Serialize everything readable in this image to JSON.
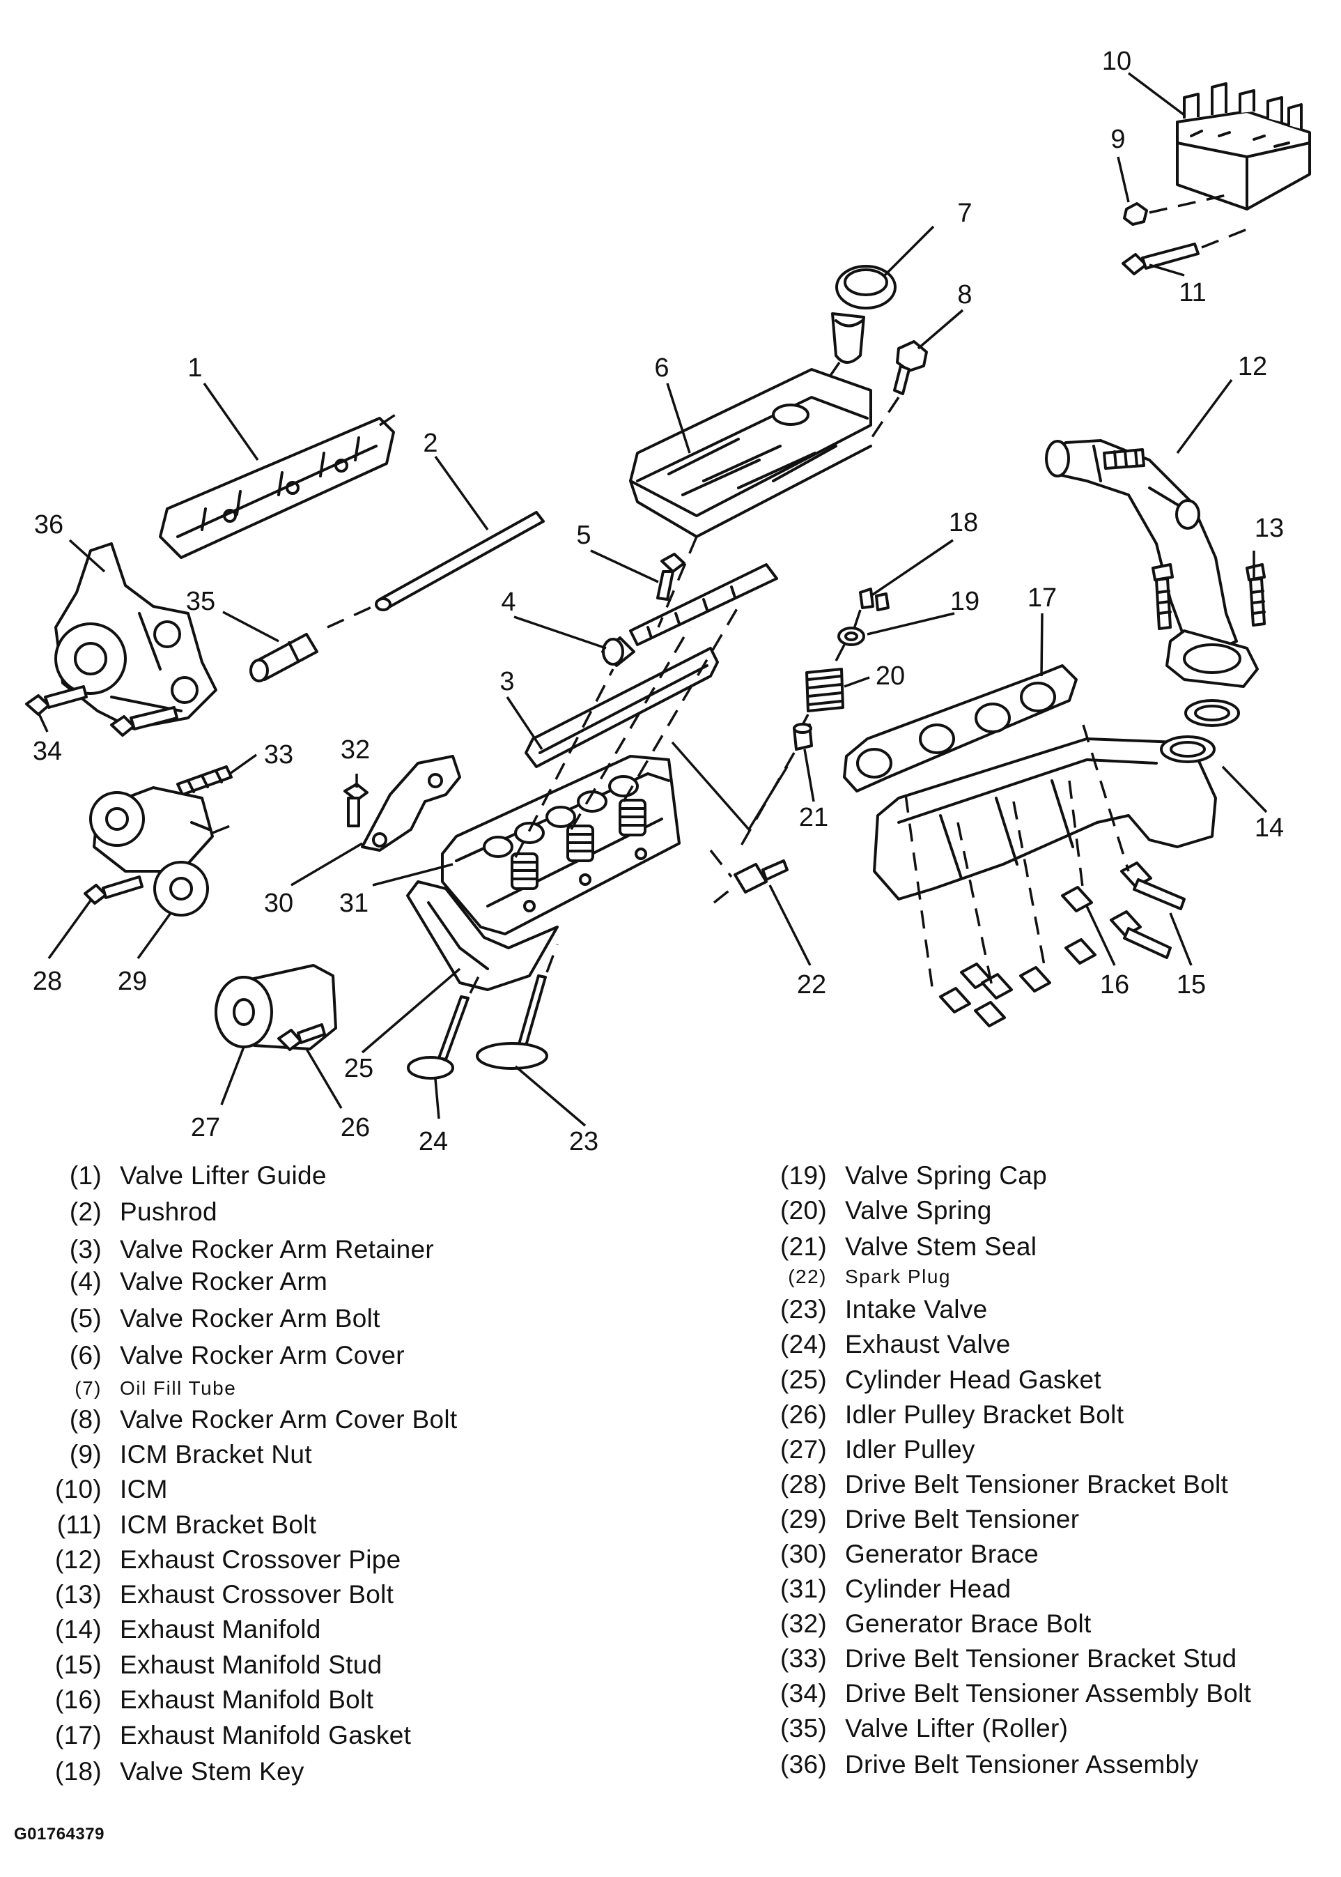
{
  "legend": [
    {
      "num": "(1)",
      "label": "Valve Lifter Guide"
    },
    {
      "num": "(2)",
      "label": "Pushrod"
    },
    {
      "num": "(3)",
      "label": "Valve Rocker Arm Retainer"
    },
    {
      "num": "(4)",
      "label": "Valve Rocker Arm"
    },
    {
      "num": "(5)",
      "label": "Valve Rocker Arm Bolt"
    },
    {
      "num": "(6)",
      "label": "Valve Rocker Arm Cover"
    },
    {
      "num": "(7)",
      "label": "Oil Fill Tube"
    },
    {
      "num": "(8)",
      "label": "Valve Rocker Arm Cover Bolt"
    },
    {
      "num": "(9)",
      "label": "ICM Bracket Nut"
    },
    {
      "num": "(10)",
      "label": "ICM"
    },
    {
      "num": "(11)",
      "label": "ICM Bracket Bolt"
    },
    {
      "num": "(12)",
      "label": "Exhaust Crossover Pipe"
    },
    {
      "num": "(13)",
      "label": "Exhaust Crossover Bolt"
    },
    {
      "num": "(14)",
      "label": "Exhaust Manifold"
    },
    {
      "num": "(15)",
      "label": "Exhaust Manifold Stud"
    },
    {
      "num": "(16)",
      "label": "Exhaust Manifold Bolt"
    },
    {
      "num": "(17)",
      "label": "Exhaust Manifold Gasket"
    },
    {
      "num": "(18)",
      "label": "Valve Stem Key"
    },
    {
      "num": "(19)",
      "label": "Valve Spring Cap"
    },
    {
      "num": "(20)",
      "label": "Valve Spring"
    },
    {
      "num": "(21)",
      "label": "Valve Stem Seal"
    },
    {
      "num": "(22)",
      "label": "Spark Plug"
    },
    {
      "num": "(23)",
      "label": "Intake Valve"
    },
    {
      "num": "(24)",
      "label": "Exhaust Valve"
    },
    {
      "num": "(25)",
      "label": "Cylinder Head Gasket"
    },
    {
      "num": "(26)",
      "label": "Idler Pulley Bracket Bolt"
    },
    {
      "num": "(27)",
      "label": "Idler Pulley"
    },
    {
      "num": "(28)",
      "label": "Drive Belt Tensioner Bracket Bolt"
    },
    {
      "num": "(29)",
      "label": "Drive Belt Tensioner"
    },
    {
      "num": "(30)",
      "label": "Generator Brace"
    },
    {
      "num": "(31)",
      "label": "Cylinder Head"
    },
    {
      "num": "(32)",
      "label": "Generator Brace Bolt"
    },
    {
      "num": "(33)",
      "label": "Drive Belt Tensioner Bracket Stud"
    },
    {
      "num": "(34)",
      "label": "Drive Belt Tensioner Assembly Bolt"
    },
    {
      "num": "(35)",
      "label": "Valve Lifter (Roller)"
    },
    {
      "num": "(36)",
      "label": "Drive Belt Tensioner Assembly"
    }
  ],
  "callouts": [
    "1",
    "2",
    "3",
    "4",
    "5",
    "6",
    "7",
    "8",
    "9",
    "10",
    "11",
    "12",
    "13",
    "14",
    "15",
    "16",
    "17",
    "18",
    "19",
    "20",
    "21",
    "22",
    "23",
    "24",
    "25",
    "26",
    "27",
    "28",
    "29",
    "30",
    "31",
    "32",
    "33",
    "34",
    "35",
    "36"
  ],
  "figure_id": "G01764379"
}
